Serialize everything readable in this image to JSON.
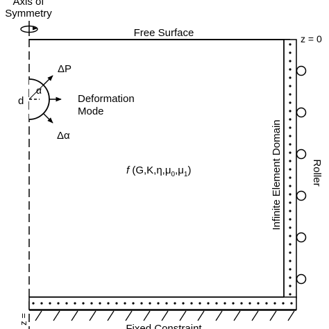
{
  "labels": {
    "axis_of_symmetry_line1": "Axis of",
    "axis_of_symmetry_line2": "Symmetry",
    "free_surface": "Free Surface",
    "z_zero": "z = 0",
    "delta_p": "ΔP",
    "alpha": "α",
    "d": "d",
    "deformation_line1": "Deformation",
    "deformation_line2": "Mode",
    "delta_alpha": "Δα",
    "function_f": "f",
    "function_args": " (G,K,η,μ",
    "sub_0": "0",
    "comma": ",μ",
    "sub_1": "1",
    "close_paren": ")",
    "infinite_element_domain": "Infinite Element Domain",
    "roller": "Roller",
    "fixed_constraint": "Fixed Constraint",
    "z_bottom": "z ="
  },
  "colors": {
    "ink": "#000000",
    "background": "#ffffff"
  },
  "icons": {
    "rotation": "rotation-arrow-icon",
    "roller": "roller-circle-icon",
    "ground": "fixed-ground-hatch-icon"
  }
}
